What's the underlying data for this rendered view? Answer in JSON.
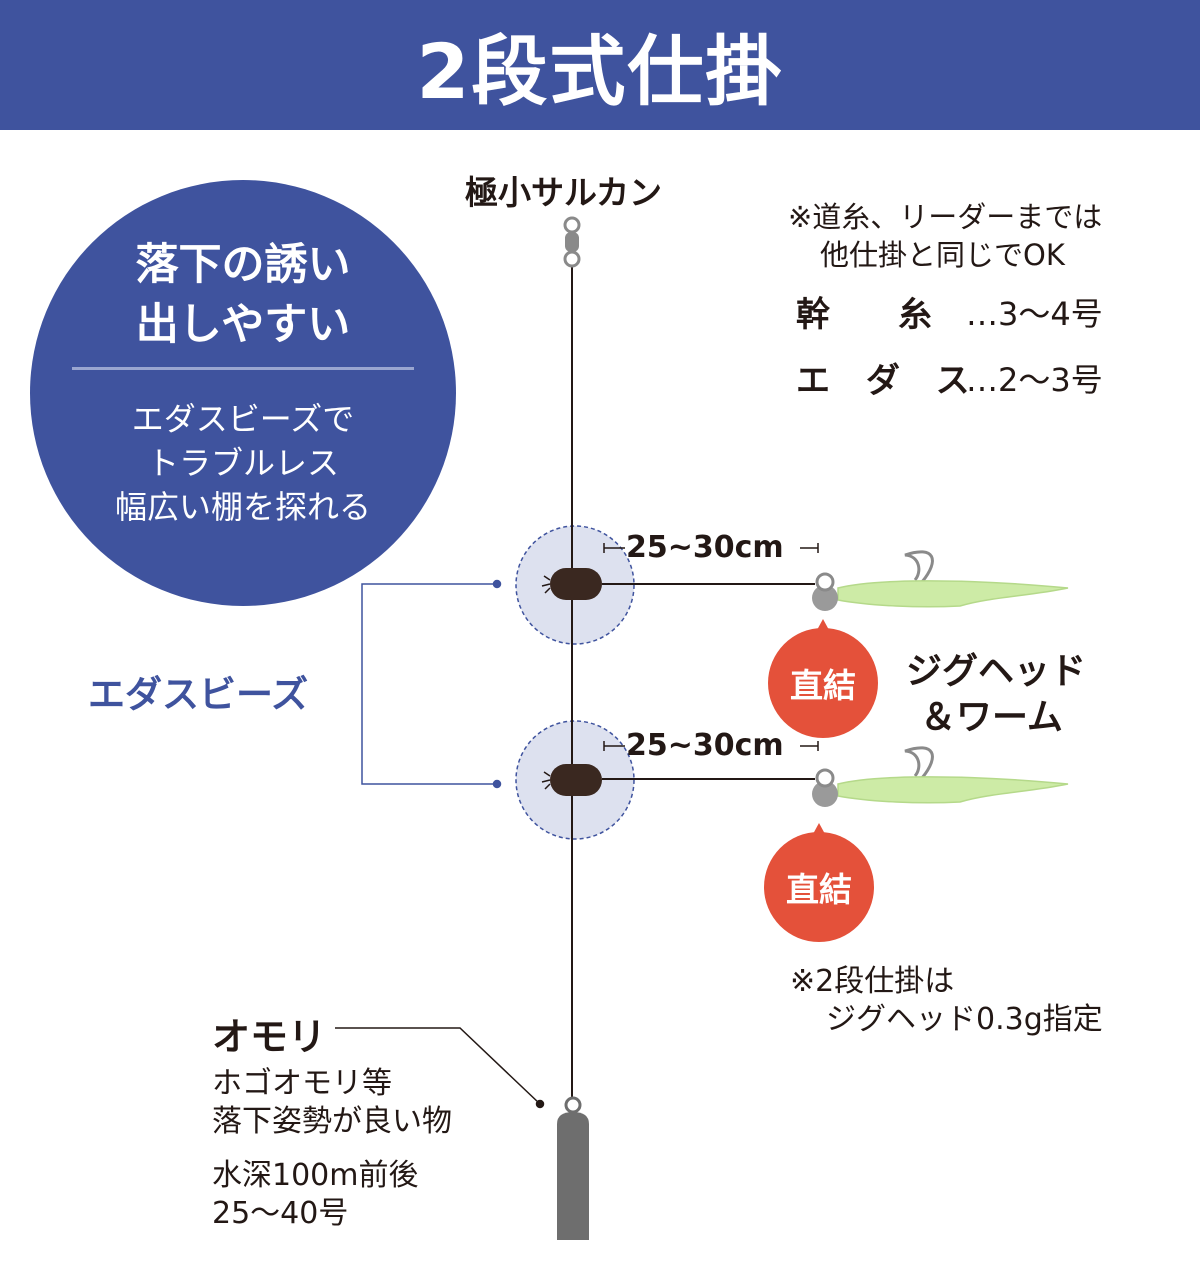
{
  "header": {
    "title": "2段式仕掛"
  },
  "swivel_label": "極小サルカン",
  "notes": {
    "line_note_1": "※道糸、リーダーまでは",
    "line_note_2": "他仕掛と同じでOK",
    "trunk_label": "幹　　糸",
    "trunk_value": "…3〜4号",
    "branch_label": "エ ダ ス",
    "branch_value": "…2〜3号",
    "jig_note_1": "※2段仕掛は",
    "jig_note_2": "ジグヘッド0.3g指定"
  },
  "bubble": {
    "heading_1": "落下の誘い",
    "heading_2": "出しやすい",
    "body_1": "エダスビーズで",
    "body_2": "トラブルレス",
    "body_3": "幅広い棚を探れる"
  },
  "beads_label": "エダスビーズ",
  "branch_length_1": "25~30cm",
  "branch_length_2": "25~30cm",
  "badge_1": "直結",
  "badge_2": "直結",
  "lure_label_1": "ジグヘッド",
  "lure_label_2": "＆ワーム",
  "sinker": {
    "title": "オモリ",
    "desc_1": "ホゴオモリ等",
    "desc_2": "落下姿勢が良い物",
    "depth_1": "水深100m前後",
    "depth_2": "25〜40号"
  },
  "colors": {
    "navy": "#3f539e",
    "red": "#e4513a",
    "worm": "#cdeba6",
    "sinker": "#6e6e6e",
    "text": "#231815"
  },
  "icons": [
    "swivel-icon",
    "bead-icon",
    "jighead-icon",
    "sinker-icon"
  ]
}
